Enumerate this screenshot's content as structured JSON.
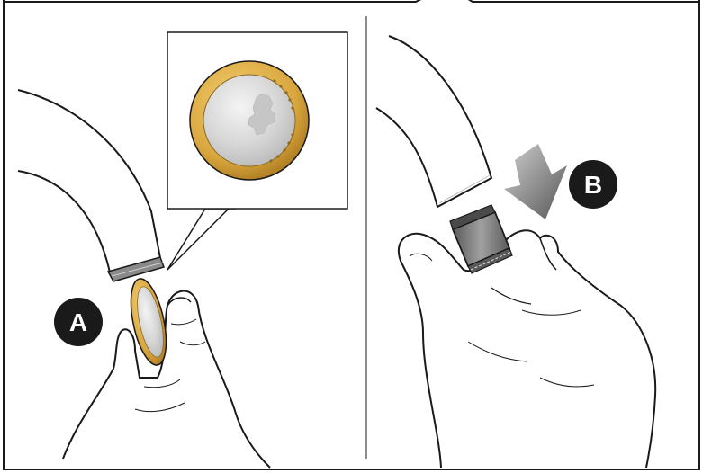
{
  "figure": {
    "panels": [
      {
        "id": "left",
        "step_label": "A",
        "description_icon": "coin-unscrew-aerator",
        "colors": {
          "badge": "#1a1a1a",
          "coin_outer": "#d9a63e",
          "coin_inner": "#d8d8d8"
        }
      },
      {
        "id": "right",
        "step_label": "B",
        "description_icon": "remove-aerator-by-hand",
        "colors": {
          "badge": "#1a1a1a",
          "arrow": "#6e6e6e",
          "aerator": "#7a7a7a"
        }
      }
    ],
    "colors": {
      "stroke": "#1a1a1a",
      "fill": "#ffffff"
    }
  }
}
